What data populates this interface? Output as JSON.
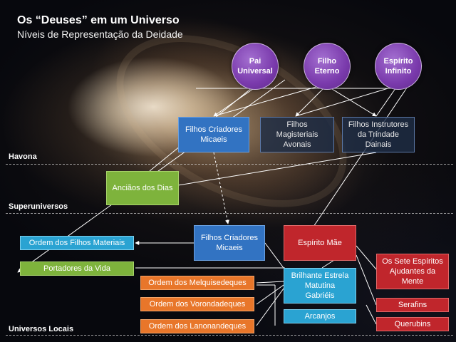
{
  "title": "Os “Deuses” em um Universo",
  "subtitle": "Níveis de Representação da Deidade",
  "levels": {
    "havona": "Havona",
    "superuniversos": "Superuniversos",
    "universos_locais": "Universos Locais"
  },
  "deity": {
    "pai": "Pai\nUniversal",
    "filho": "Filho\nEterno",
    "espirito": "Espírito\nInfinito"
  },
  "havona_boxes": {
    "filhos_criadores": "Filhos Criadores\nMicaeis",
    "filhos_magisteriais": "Filhos\nMagisteriais\nAvonais",
    "filhos_instrutores": "Filhos Instrutores\nda Trindade\nDainais"
  },
  "super_boxes": {
    "ancioes": "Anciãos dos Dias"
  },
  "local_boxes": {
    "filhos_criadores_local": "Filhos Criadores\nMicaeis",
    "espirito_mae": "Espírito Mãe",
    "ordem_filhos_materiais": "Ordem dos Filhos Materiais",
    "portadores": "Portadores da Vida",
    "brilhante_estrela": "Brilhante Estrela\nMatutina\nGabriéis",
    "arcanjos": "Arcanjos",
    "melquisedeques": "Ordem dos Melquisedeques",
    "vorondadeques": "Ordem dos Vorondadeques",
    "lanonandeques": "Ordem dos Lanonandeques",
    "sete_espiritos": "Os Sete Espíritos\nAjudantes da\nMente",
    "serafins": "Serafins",
    "querubins": "Querubins"
  },
  "colors": {
    "deity_purple": "#7a3aac",
    "creator_blue": "#3273c2",
    "green": "#7eb33c",
    "red": "#c0262c",
    "cyan": "#2aa3d2",
    "orange": "#e8762a"
  }
}
